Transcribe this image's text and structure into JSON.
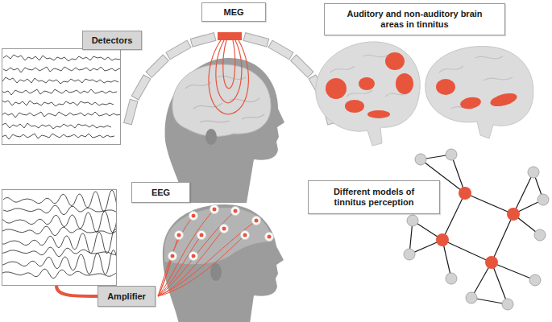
{
  "diagram": {
    "nodes": [
      {
        "text": [
          "MEG"
        ]
      },
      {
        "text": [
          "Auditory and non-auditory brain areas in tinnitus"
        ]
      },
      {
        "text": [
          "Detectors"
        ]
      },
      {
        "text": [
          "EEG"
        ]
      },
      {
        "text": [
          "Different models of tinnitus perception"
        ]
      },
      {
        "text": [
          "Amplifier"
        ]
      }
    ]
  }
}
